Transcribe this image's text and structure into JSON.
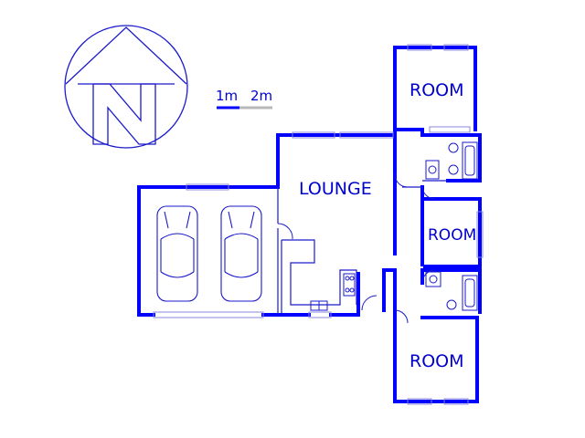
{
  "colors": {
    "wall": "#0000ff",
    "fixture": "#1a1acc",
    "scale_light": "#b8b8b8"
  },
  "compass": {
    "letter": "N"
  },
  "scale": {
    "label_1": "1m",
    "label_2": "2m"
  },
  "rooms": {
    "room_top": "ROOM",
    "room_middle": "ROOM",
    "room_bottom": "ROOM",
    "lounge": "LOUNGE"
  }
}
